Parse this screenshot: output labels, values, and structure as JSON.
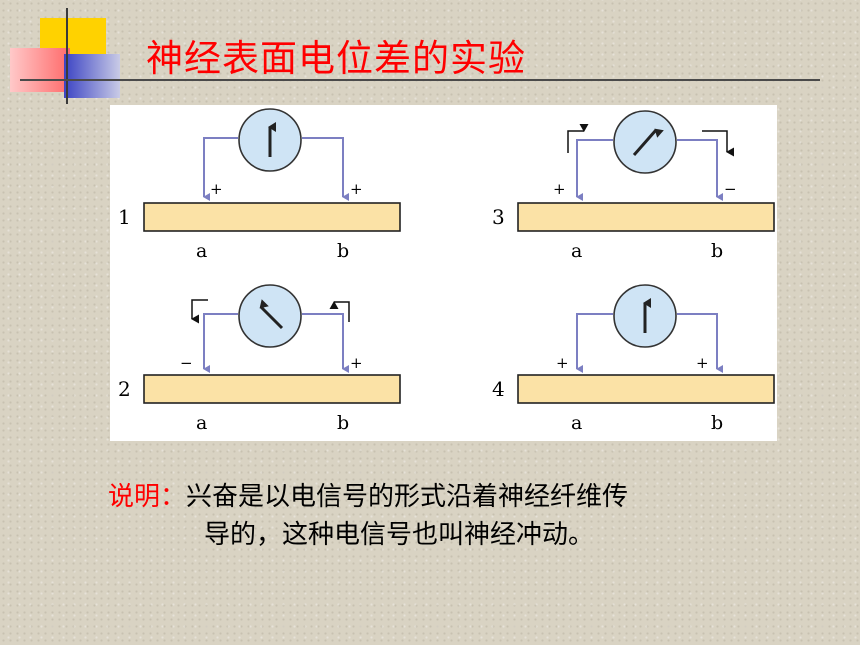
{
  "title": "神经表面电位差的实验",
  "panels": [
    {
      "number": "1",
      "left_sign": "+",
      "right_sign": "+",
      "label_a": "a",
      "label_b": "b"
    },
    {
      "number": "2",
      "left_sign": "−",
      "right_sign": "+",
      "label_a": "a",
      "label_b": "b"
    },
    {
      "number": "3",
      "left_sign": "+",
      "right_sign": "−",
      "label_a": "a",
      "label_b": "b"
    },
    {
      "number": "4",
      "left_sign": "+",
      "right_sign": "+",
      "label_a": "a",
      "label_b": "b"
    }
  ],
  "caption": {
    "label": "说明：",
    "line1": "兴奋是以电信号的形式沿着神经纤维传",
    "line2": "导的，这种电信号也叫神经冲动。"
  },
  "colors": {
    "title": "#ff0000",
    "nerve_fill": "#fbe2a6",
    "wire": "#7c7fc2",
    "meter_fill": "#cfe4f5",
    "deco_yellow": "#ffd200",
    "deco_red": "#ff6a6a",
    "deco_blue": "#3b43c4"
  }
}
